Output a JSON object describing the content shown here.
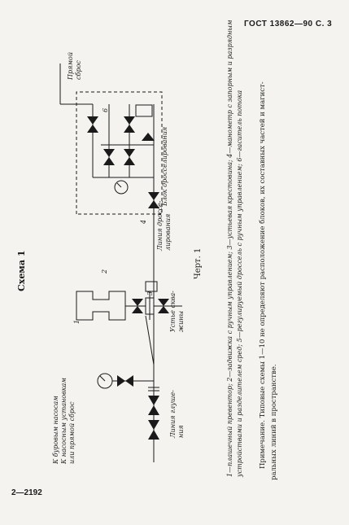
{
  "header": "ГОСТ 13862—90 С. 3",
  "footer": "2—2192",
  "schema_title": "Схема 1",
  "figure_label": "Черт. 1",
  "labels": {
    "left_top": "К буровым насосам",
    "left_mid": "К насосным установкам",
    "left_bot": "или прямой сброс",
    "kill_line_1": "Линия глуше-",
    "kill_line_2": "ния",
    "wellhead_1": "Устье сква-",
    "wellhead_2": "жины",
    "choke_line_1": "Линия дроссе-",
    "choke_line_2": "лирования",
    "choke_block": "Блок дросселирования",
    "direct_1": "Прямой",
    "direct_2": "сброс",
    "n1": "1",
    "n2": "2",
    "n3": "3",
    "n4": "4",
    "n5": "5",
    "n6": "6"
  },
  "caption": {
    "line1": "1—плашечный превентор; 2—задвижка с ручным управлением; 3—устьевая крестовина; 4—манометр с запорным и разрядным",
    "line2": "устройствами и разделителем сред; 5—регулируемый дроссель с ручным управлением; 6—гаситель потока"
  },
  "note": {
    "line1": "Примечание. Типовые схемы 1—10 не определяют расположение блоков, их составных частей и магист-",
    "line2": "ральных линий в пространстве."
  }
}
